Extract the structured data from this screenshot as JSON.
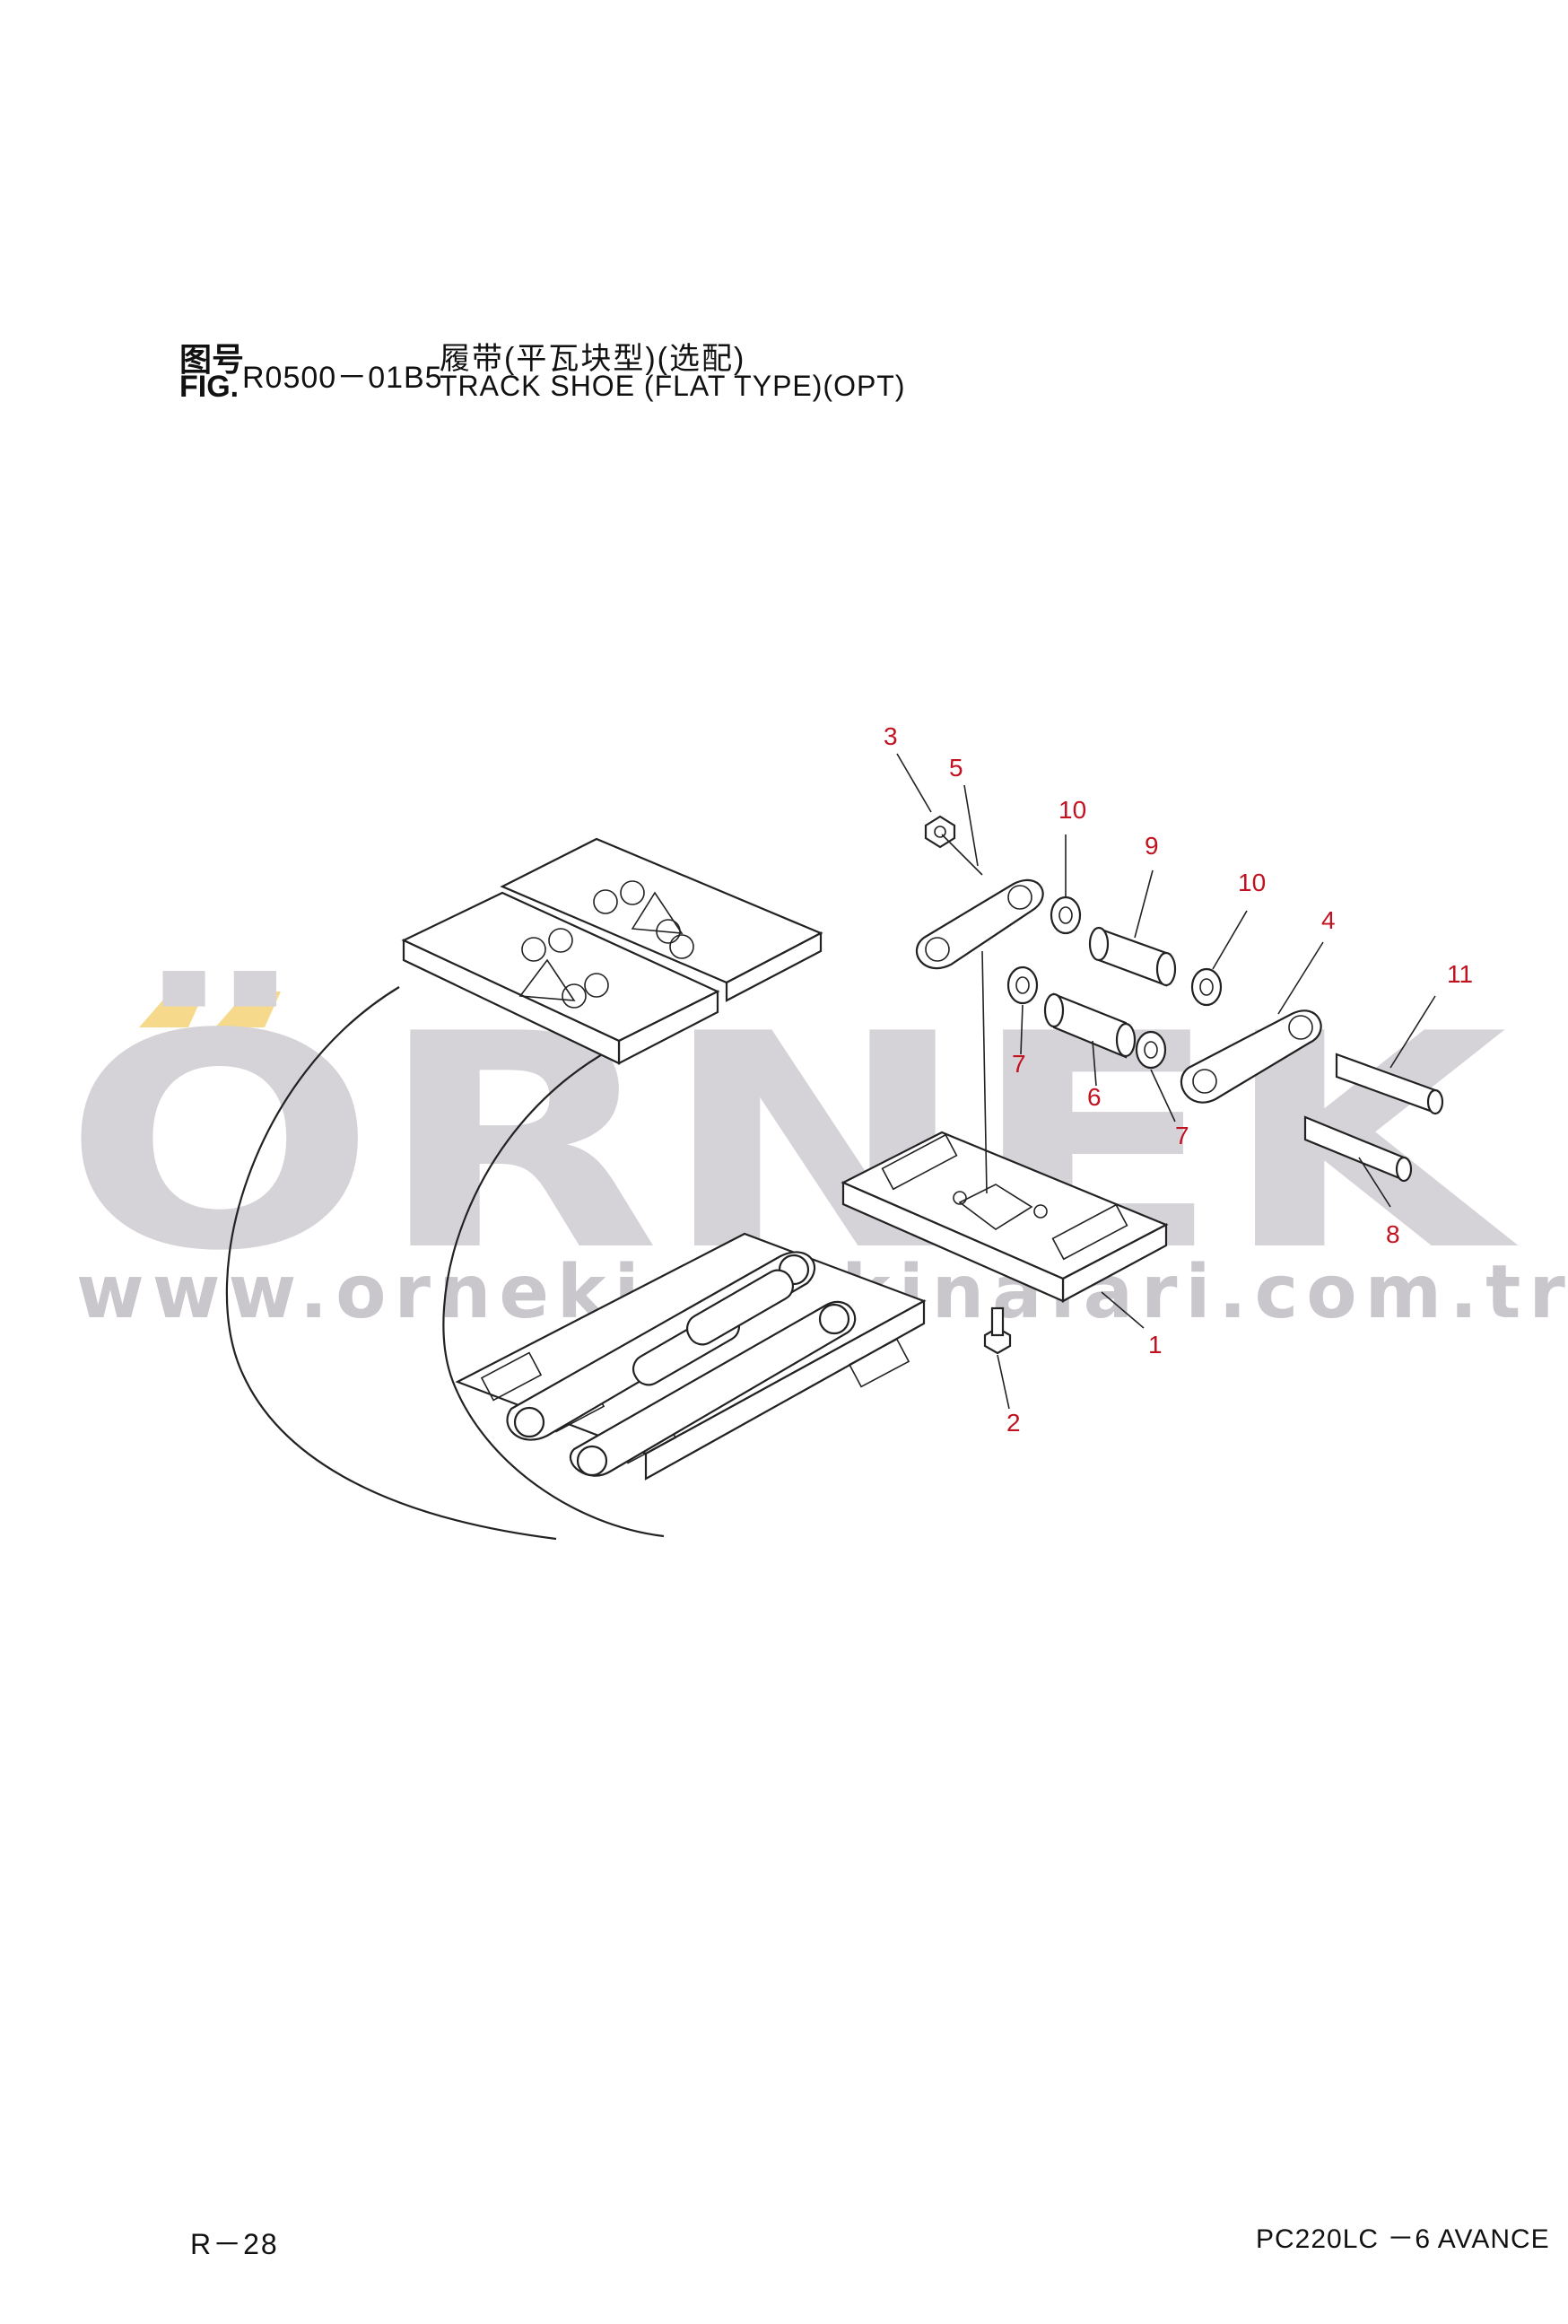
{
  "header": {
    "cn_label": "图号",
    "fig_label": "FIG.",
    "fig_number": "R0500－01B5",
    "title_cn": "履带(平瓦块型)(选配)",
    "title_en": "TRACK SHOE (FLAT TYPE)(OPT)"
  },
  "watermark": {
    "brand": "ÖRNEK",
    "url": "www.ornekismakinalari.com.tr",
    "color": "#d6d3d8",
    "accent_color": "#f6d98a"
  },
  "callouts": [
    "3",
    "5",
    "10",
    "9",
    "10",
    "4",
    "11",
    "7",
    "6",
    "7",
    "8",
    "1",
    "2"
  ],
  "footer": {
    "page": "R－28",
    "model": "PC220LC －6 AVANCE"
  },
  "colors": {
    "callout": "#c1121f",
    "line": "#222222"
  }
}
